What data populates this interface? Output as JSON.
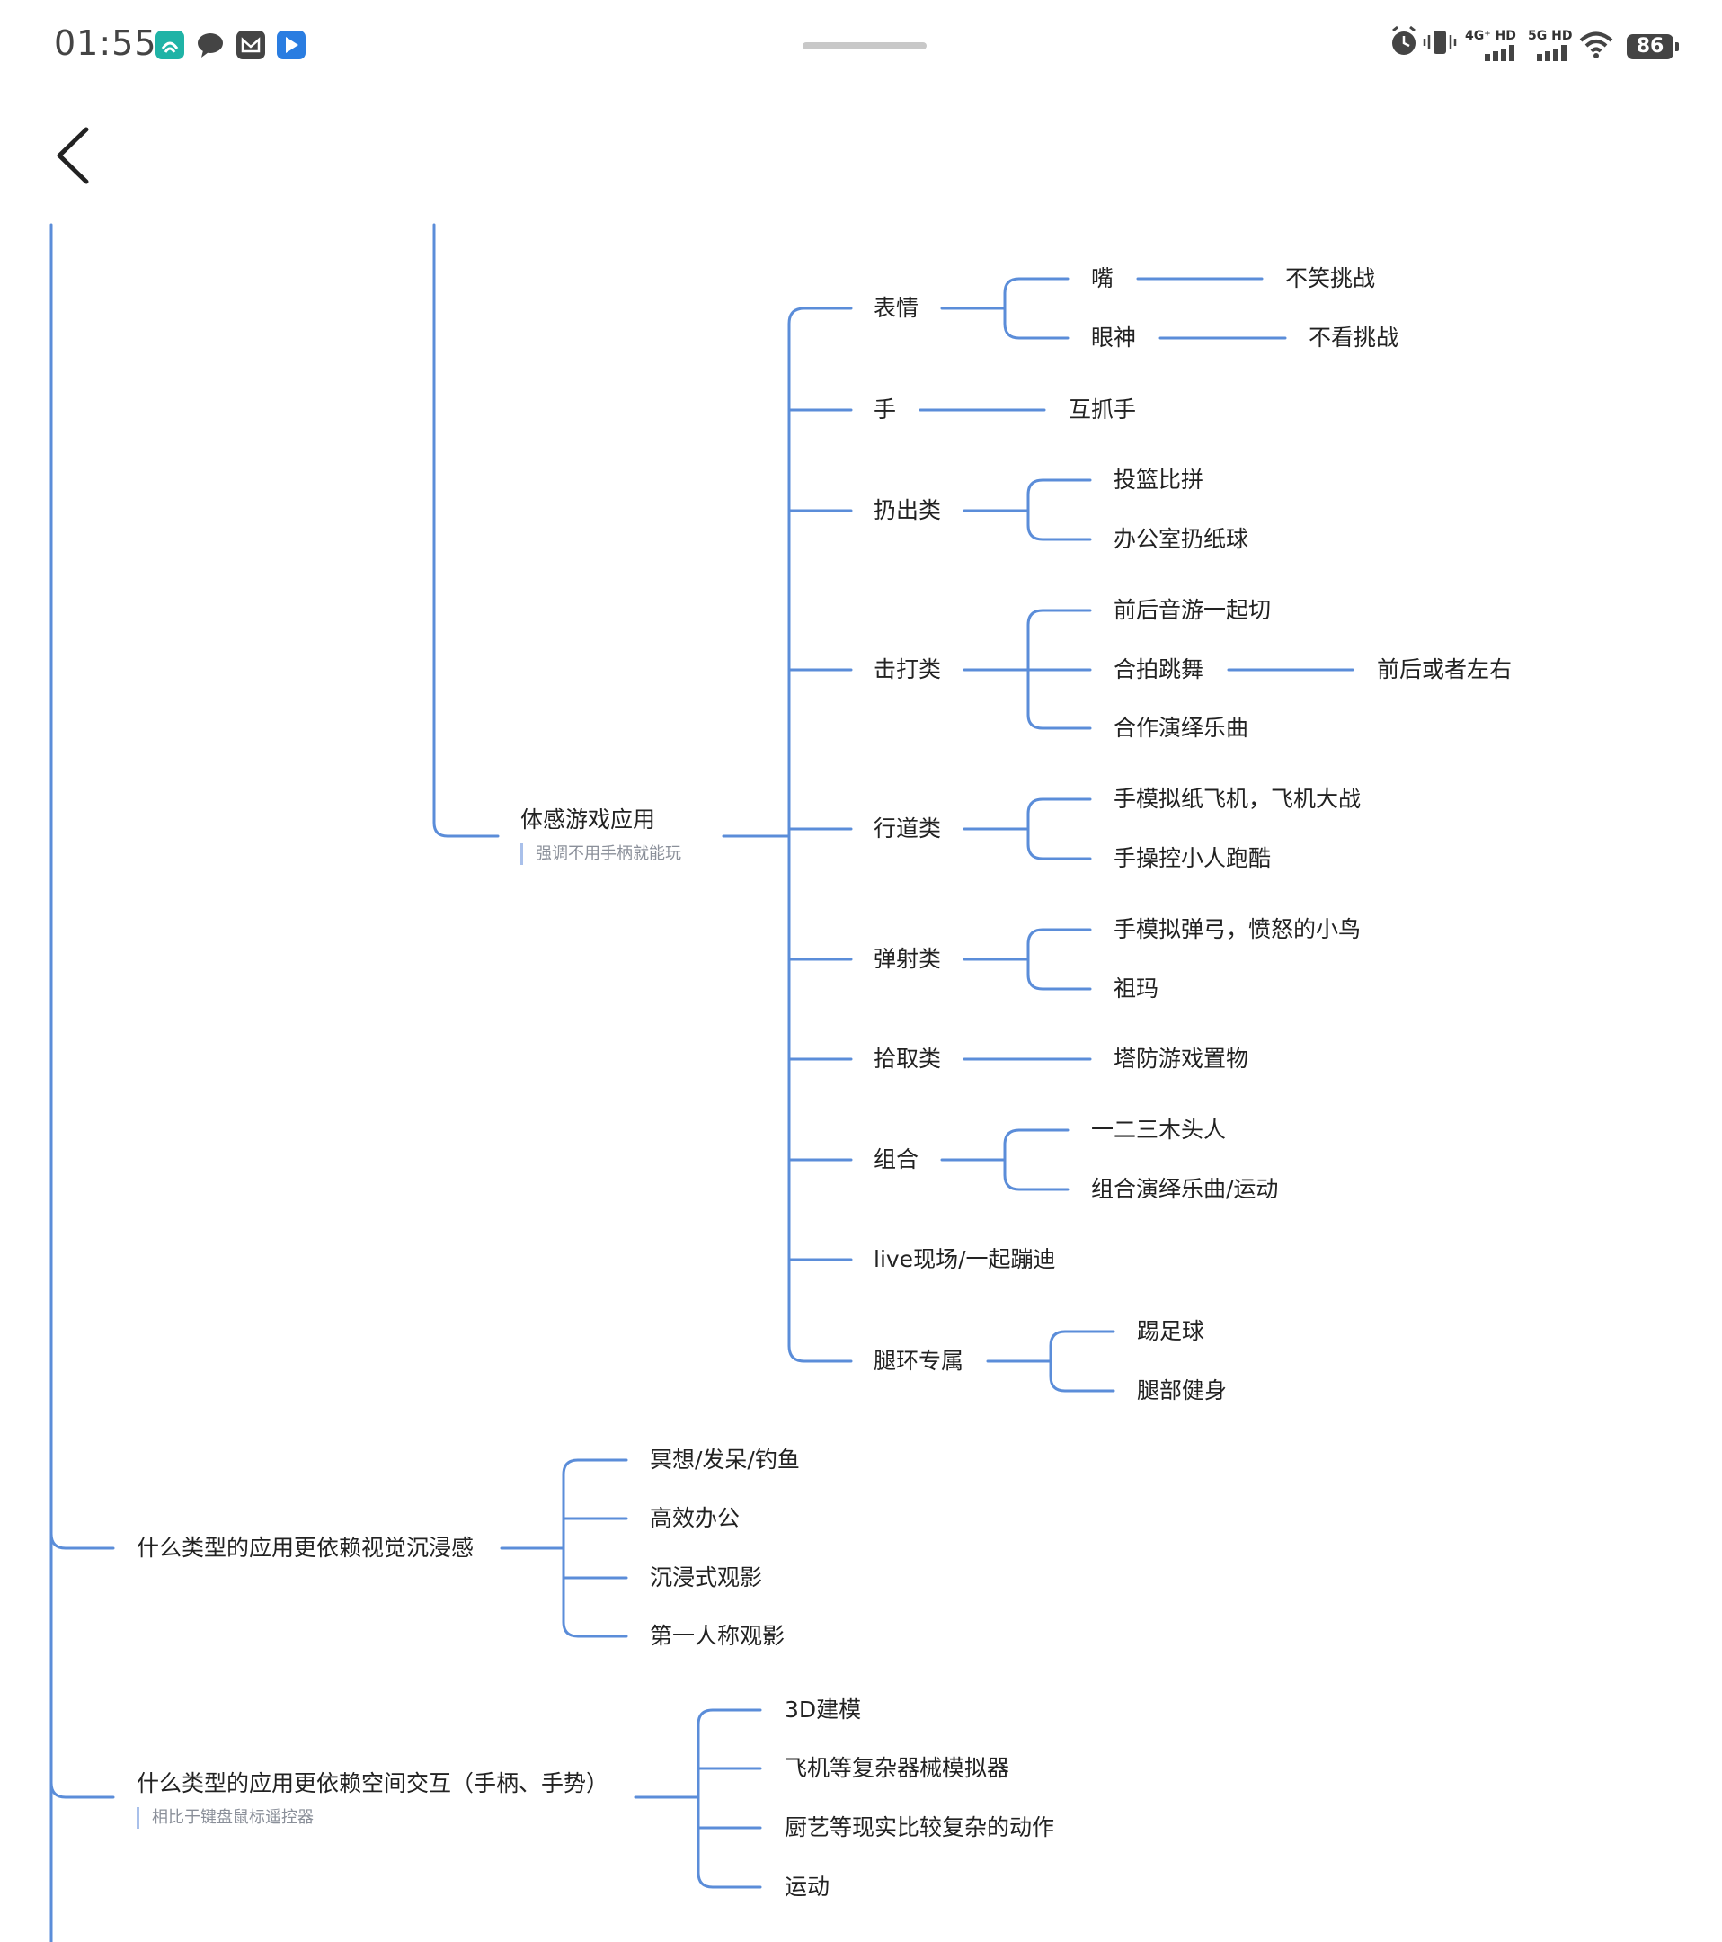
{
  "status_bar": {
    "time": "01:55",
    "app_icons": [
      "app-icon",
      "chat-icon",
      "mail-icon",
      "bookmark-app-icon"
    ],
    "net1": "4G⁺ HD",
    "net2": "5G HD",
    "battery": "86",
    "colors": {
      "app_teal": "#1fb3a6",
      "app_blue": "#2a7de1",
      "dark": "#444444"
    }
  },
  "back_icon": "chevron-left-icon",
  "line_color": "#5b8dd9",
  "mindmap": {
    "tigan": {
      "label": "体感游戏应用",
      "note": "强调不用手柄就能玩",
      "children": [
        {
          "label": "表情",
          "children": [
            {
              "label": "嘴",
              "children": [
                {
                  "label": "不笑挑战"
                }
              ]
            },
            {
              "label": "眼神",
              "children": [
                {
                  "label": "不看挑战"
                }
              ]
            }
          ]
        },
        {
          "label": "手",
          "children": [
            {
              "label": "互抓手"
            }
          ]
        },
        {
          "label": "扔出类",
          "children": [
            {
              "label": "投篮比拼"
            },
            {
              "label": "办公室扔纸球"
            }
          ]
        },
        {
          "label": "击打类",
          "children": [
            {
              "label": "前后音游一起切"
            },
            {
              "label": "合拍跳舞",
              "children": [
                {
                  "label": "前后或者左右"
                }
              ]
            },
            {
              "label": "合作演绎乐曲"
            }
          ]
        },
        {
          "label": "行道类",
          "children": [
            {
              "label": "手模拟纸飞机，飞机大战"
            },
            {
              "label": "手操控小人跑酷"
            }
          ]
        },
        {
          "label": "弹射类",
          "children": [
            {
              "label": "手模拟弹弓，愤怒的小鸟"
            },
            {
              "label": "祖玛"
            }
          ]
        },
        {
          "label": "拾取类",
          "children": [
            {
              "label": "塔防游戏置物"
            }
          ]
        },
        {
          "label": "组合",
          "children": [
            {
              "label": "一二三木头人"
            },
            {
              "label": "组合演绎乐曲/运动"
            }
          ]
        },
        {
          "label": "live现场/一起蹦迪"
        },
        {
          "label": "腿环专属",
          "children": [
            {
              "label": "踢足球"
            },
            {
              "label": "腿部健身"
            }
          ]
        }
      ]
    },
    "visual": {
      "label": "什么类型的应用更依赖视觉沉浸感",
      "children": [
        {
          "label": "冥想/发呆/钓鱼"
        },
        {
          "label": "高效办公"
        },
        {
          "label": "沉浸式观影"
        },
        {
          "label": "第一人称观影"
        }
      ]
    },
    "spatial": {
      "label": "什么类型的应用更依赖空间交互（手柄、手势）",
      "note": "相比于键盘鼠标遥控器",
      "children": [
        {
          "label": "3D建模"
        },
        {
          "label": "飞机等复杂器械模拟器"
        },
        {
          "label": "厨艺等现实比较复杂的动作"
        },
        {
          "label": "运动"
        }
      ]
    }
  }
}
